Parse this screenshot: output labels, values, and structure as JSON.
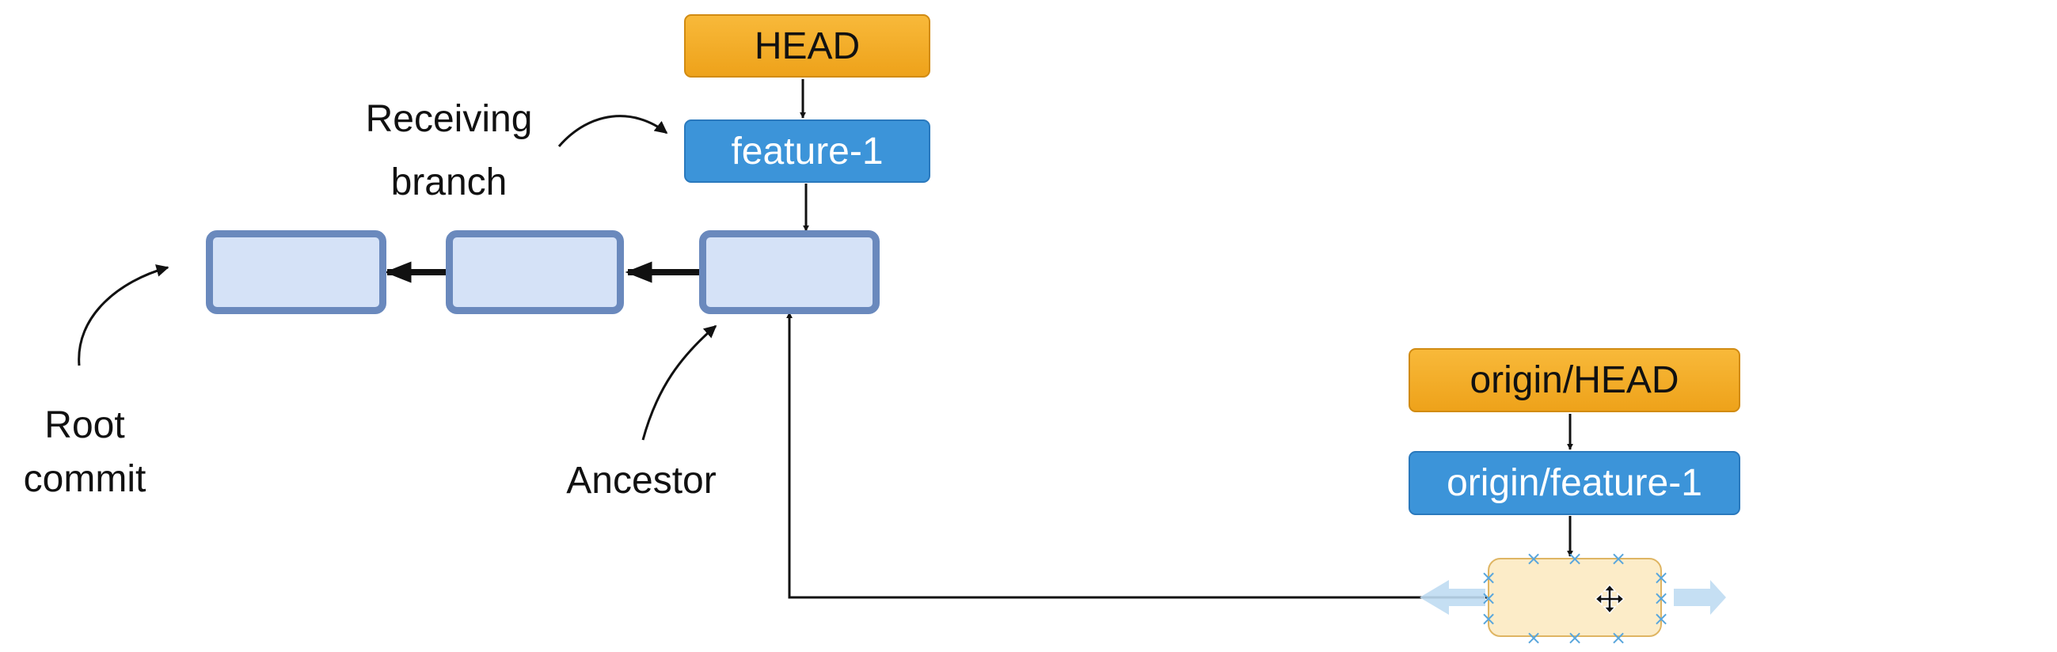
{
  "labels": {
    "head": "HEAD",
    "feature": "feature-1",
    "origin_head": "origin/HEAD",
    "origin_feature": "origin/feature-1"
  },
  "annotations": {
    "receiving": "Receiving",
    "branch": "branch",
    "root": "Root",
    "commit": "commit",
    "ancestor": "Ancestor"
  },
  "icons": {
    "move_cursor": "move-cursor-icon",
    "resize_handle": "resize-handle-icon",
    "drag_arrow": "drag-arrow-icon"
  },
  "colors": {
    "head_label": "#f5ad2a",
    "branch_label": "#3c94d9",
    "commit_fill": "#d5e2f7",
    "commit_border": "#6a89bd",
    "selected_commit_fill": "#fcecc8",
    "selection_handles": "#59a6dc"
  }
}
